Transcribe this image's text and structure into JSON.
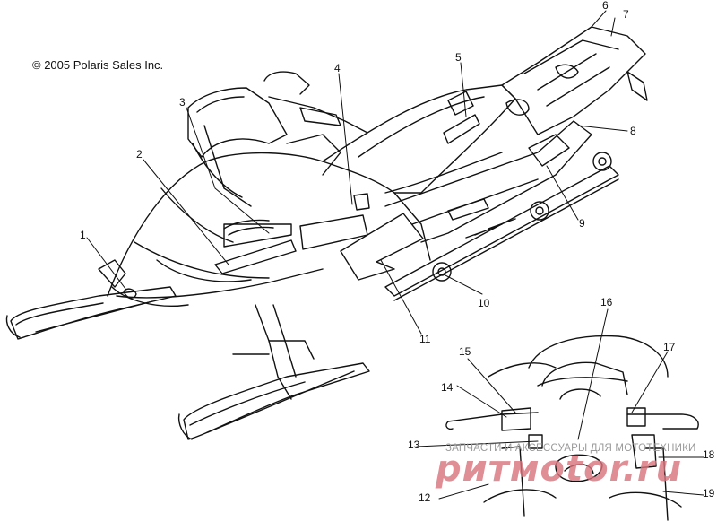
{
  "copyright": "© 2005 Polaris Sales Inc.",
  "callouts": [
    "1",
    "2",
    "3",
    "4",
    "5",
    "6",
    "7",
    "8",
    "9",
    "10",
    "11",
    "12",
    "13",
    "14",
    "15",
    "16",
    "17",
    "18",
    "19"
  ],
  "watermark": {
    "line1": "ЗАПЧАСТИ И АКСЕССУАРЫ ДЛЯ МОТОТЕХНИКИ",
    "line2": "ритмоtor.ru"
  },
  "colors": {
    "ink": "#111111",
    "watermark_red": "#d8737c",
    "watermark_grey": "#9a9a9a"
  }
}
